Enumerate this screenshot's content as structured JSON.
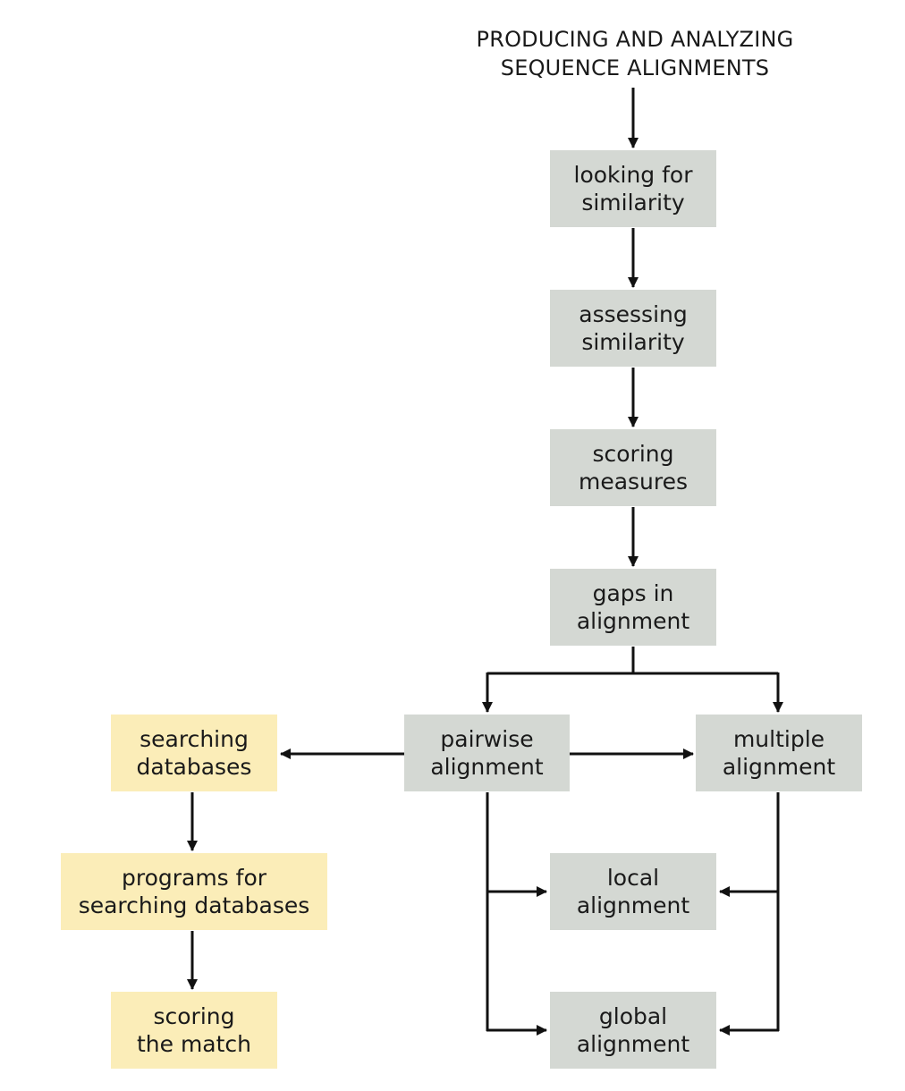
{
  "diagram": {
    "title": {
      "line1": "PRODUCING AND ANALYZING",
      "line2": "SEQUENCE ALIGNMENTS"
    },
    "nodes": {
      "looking_for_similarity": {
        "line1": "looking for",
        "line2": "similarity"
      },
      "assessing_similarity": {
        "line1": "assessing",
        "line2": "similarity"
      },
      "scoring_measures": {
        "line1": "scoring",
        "line2": "measures"
      },
      "gaps_in_alignment": {
        "line1": "gaps in",
        "line2": "alignment"
      },
      "pairwise_alignment": {
        "line1": "pairwise",
        "line2": "alignment"
      },
      "multiple_alignment": {
        "line1": "multiple",
        "line2": "alignment"
      },
      "searching_databases": {
        "line1": "searching",
        "line2": "databases"
      },
      "programs_for_searching_databases": {
        "line1": "programs for",
        "line2": "searching databases"
      },
      "scoring_the_match": {
        "line1": "scoring",
        "line2": "the match"
      },
      "local_alignment": {
        "line1": "local",
        "line2": "alignment"
      },
      "global_alignment": {
        "line1": "global",
        "line2": "alignment"
      }
    },
    "edges": [
      {
        "from": "title",
        "to": "looking_for_similarity"
      },
      {
        "from": "looking_for_similarity",
        "to": "assessing_similarity"
      },
      {
        "from": "assessing_similarity",
        "to": "scoring_measures"
      },
      {
        "from": "scoring_measures",
        "to": "gaps_in_alignment"
      },
      {
        "from": "gaps_in_alignment",
        "to": "pairwise_alignment"
      },
      {
        "from": "gaps_in_alignment",
        "to": "multiple_alignment"
      },
      {
        "from": "pairwise_alignment",
        "to": "searching_databases"
      },
      {
        "from": "pairwise_alignment",
        "to": "multiple_alignment"
      },
      {
        "from": "pairwise_alignment",
        "to": "local_alignment"
      },
      {
        "from": "pairwise_alignment",
        "to": "global_alignment"
      },
      {
        "from": "multiple_alignment",
        "to": "local_alignment"
      },
      {
        "from": "multiple_alignment",
        "to": "global_alignment"
      },
      {
        "from": "searching_databases",
        "to": "programs_for_searching_databases"
      },
      {
        "from": "programs_for_searching_databases",
        "to": "scoring_the_match"
      }
    ],
    "colors": {
      "main_box": "#d4d8d3",
      "database_box": "#fbedb8",
      "connector": "#111111",
      "text": "#1a1a1a"
    }
  }
}
